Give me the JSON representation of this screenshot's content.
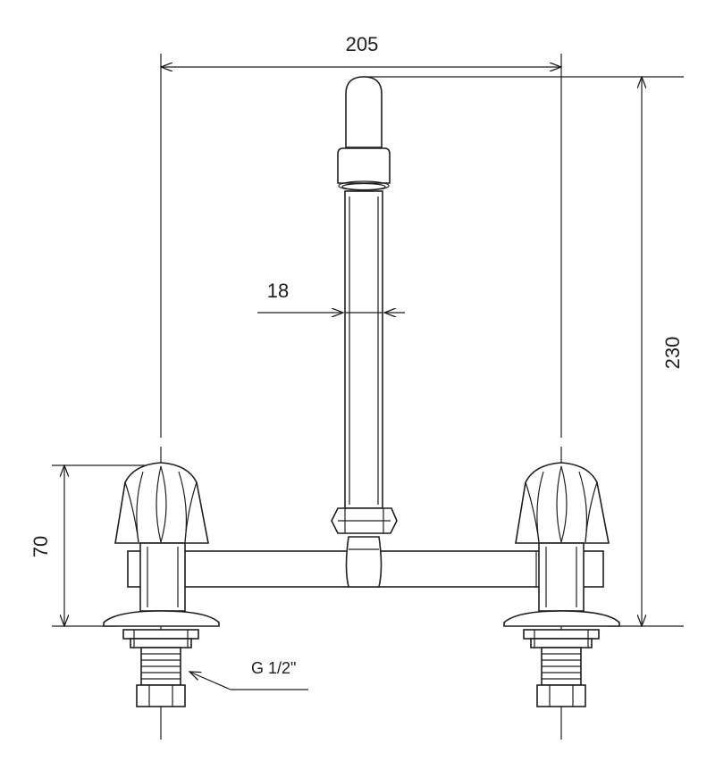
{
  "dimensions": {
    "overall_width": "205",
    "overall_height": "230",
    "valve_height": "70",
    "spout_diameter": "18",
    "thread": "G 1/2\""
  }
}
